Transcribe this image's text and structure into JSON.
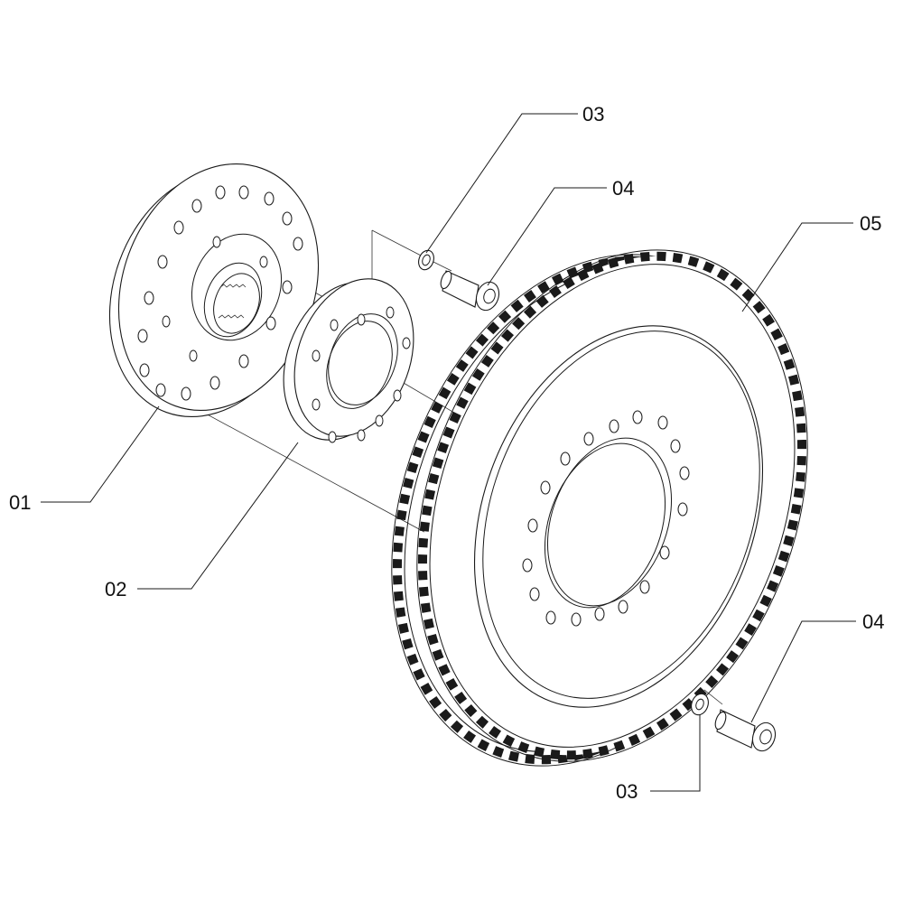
{
  "callouts": {
    "part_01": "01",
    "part_02": "02",
    "part_03_top": "03",
    "part_04_top": "04",
    "part_05": "05",
    "part_04_bottom": "04",
    "part_03_bottom": "03"
  }
}
